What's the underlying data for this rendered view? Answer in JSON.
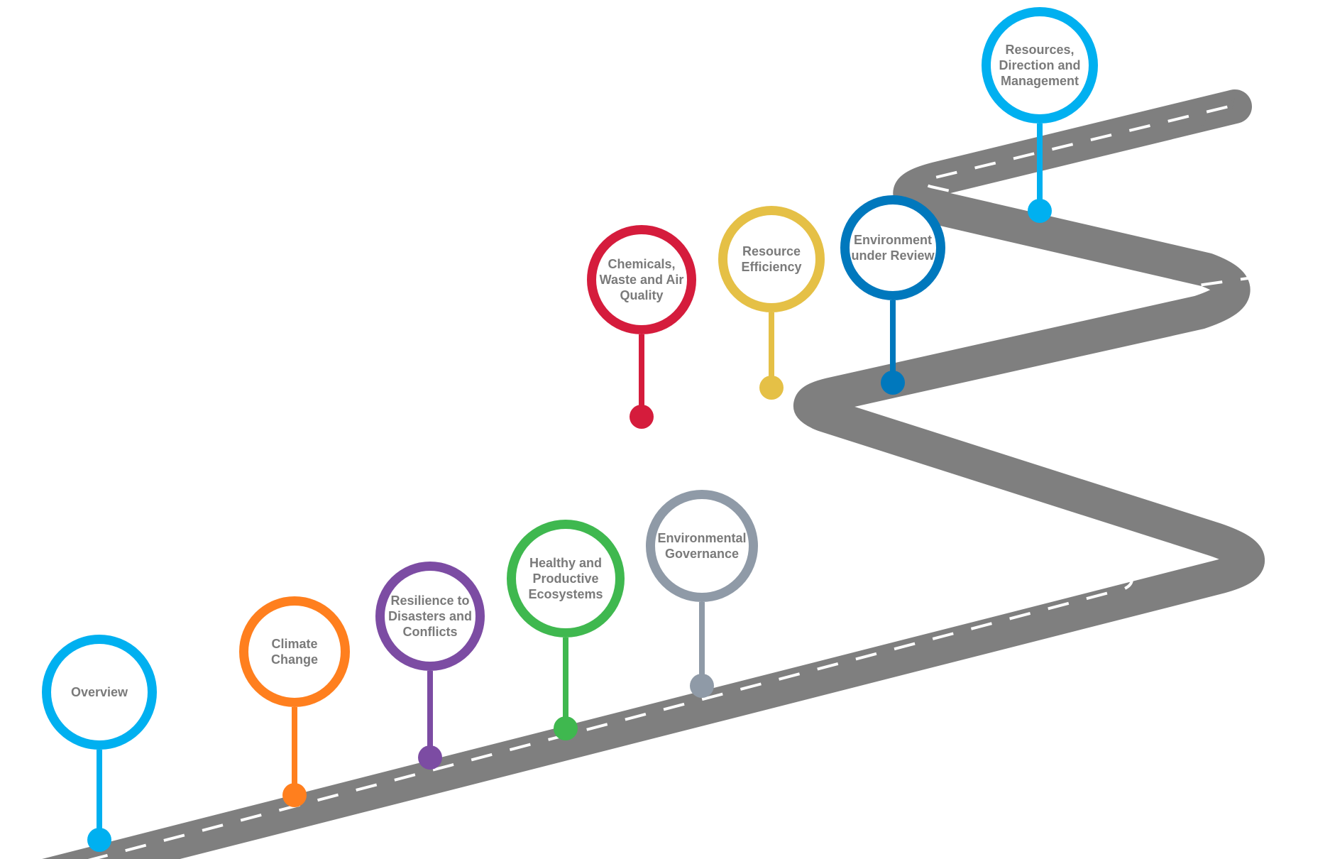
{
  "road": {
    "asphalt_color": "#7f7f7f",
    "lane_marking_color": "#ffffff"
  },
  "milestones": [
    {
      "id": "overview",
      "lines": [
        "Overview"
      ],
      "color": "#00b0f0"
    },
    {
      "id": "climate-change",
      "lines": [
        "Climate",
        "Change"
      ],
      "color": "#ff7f1e"
    },
    {
      "id": "resilience",
      "lines": [
        "Resilience to",
        "Disasters and",
        "Conflicts"
      ],
      "color": "#7c4ca3"
    },
    {
      "id": "ecosystems",
      "lines": [
        "Healthy and",
        "Productive",
        "Ecosystems"
      ],
      "color": "#3fb84f"
    },
    {
      "id": "governance",
      "lines": [
        "Environmental",
        "Governance"
      ],
      "color": "#8f9aa7"
    },
    {
      "id": "chemicals",
      "lines": [
        "Chemicals,",
        "Waste and Air",
        "Quality"
      ],
      "color": "#d51c3c"
    },
    {
      "id": "resource-efficiency",
      "lines": [
        "Resource",
        "Efficiency"
      ],
      "color": "#e5c046"
    },
    {
      "id": "environment-review",
      "lines": [
        "Environment",
        "under Review"
      ],
      "color": "#0078bd"
    },
    {
      "id": "resources-management",
      "lines": [
        "Resources,",
        "Direction and",
        "Management"
      ],
      "color": "#00b0f0"
    }
  ]
}
